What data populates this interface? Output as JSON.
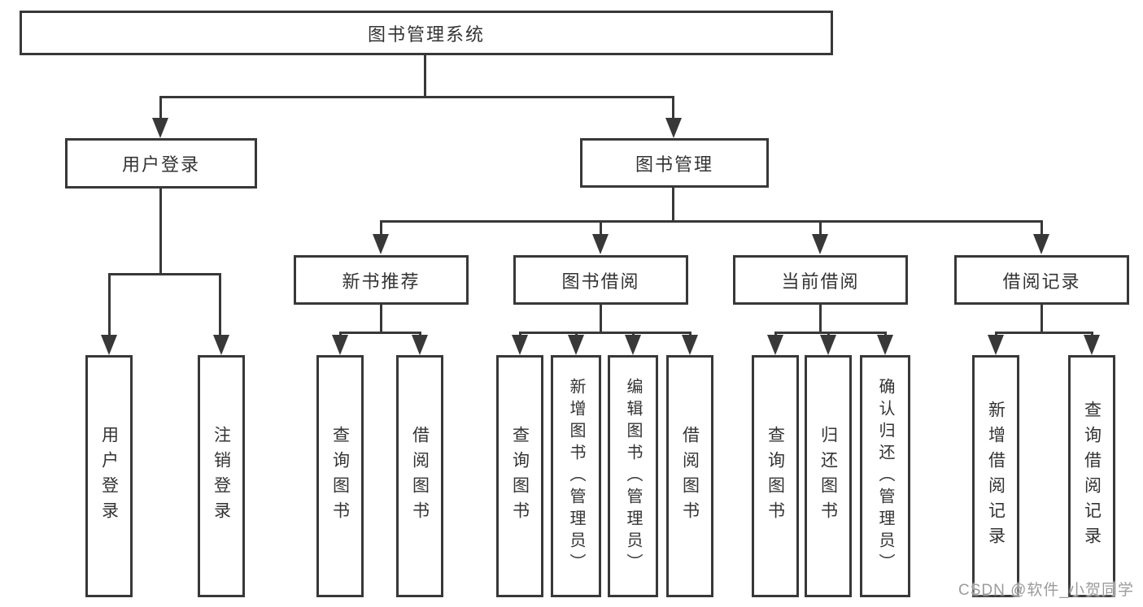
{
  "diagram": {
    "root": {
      "label": "图书管理系统"
    },
    "branches": [
      {
        "label": "用户登录",
        "children": [
          {
            "label": "用户登录"
          },
          {
            "label": "注销登录"
          }
        ]
      },
      {
        "label": "图书管理",
        "children": [
          {
            "label": "新书推荐",
            "children": [
              {
                "label": "查询图书"
              },
              {
                "label": "借阅图书"
              }
            ]
          },
          {
            "label": "图书借阅",
            "children": [
              {
                "label": "查询图书"
              },
              {
                "label": "新增图书（管理员）"
              },
              {
                "label": "编辑图书（管理员）"
              },
              {
                "label": "借阅图书"
              }
            ]
          },
          {
            "label": "当前借阅",
            "children": [
              {
                "label": "查询图书"
              },
              {
                "label": "归还图书"
              },
              {
                "label": "确认归还（管理员）"
              }
            ]
          },
          {
            "label": "借阅记录",
            "children": [
              {
                "label": "新增借阅记录"
              },
              {
                "label": "查询借阅记录"
              }
            ]
          }
        ]
      }
    ]
  },
  "watermark": {
    "text": "CSDN @软件_小贺同学"
  },
  "colors": {
    "line": "#383838",
    "text": "#333333",
    "watermark": "#9b9b9b"
  }
}
